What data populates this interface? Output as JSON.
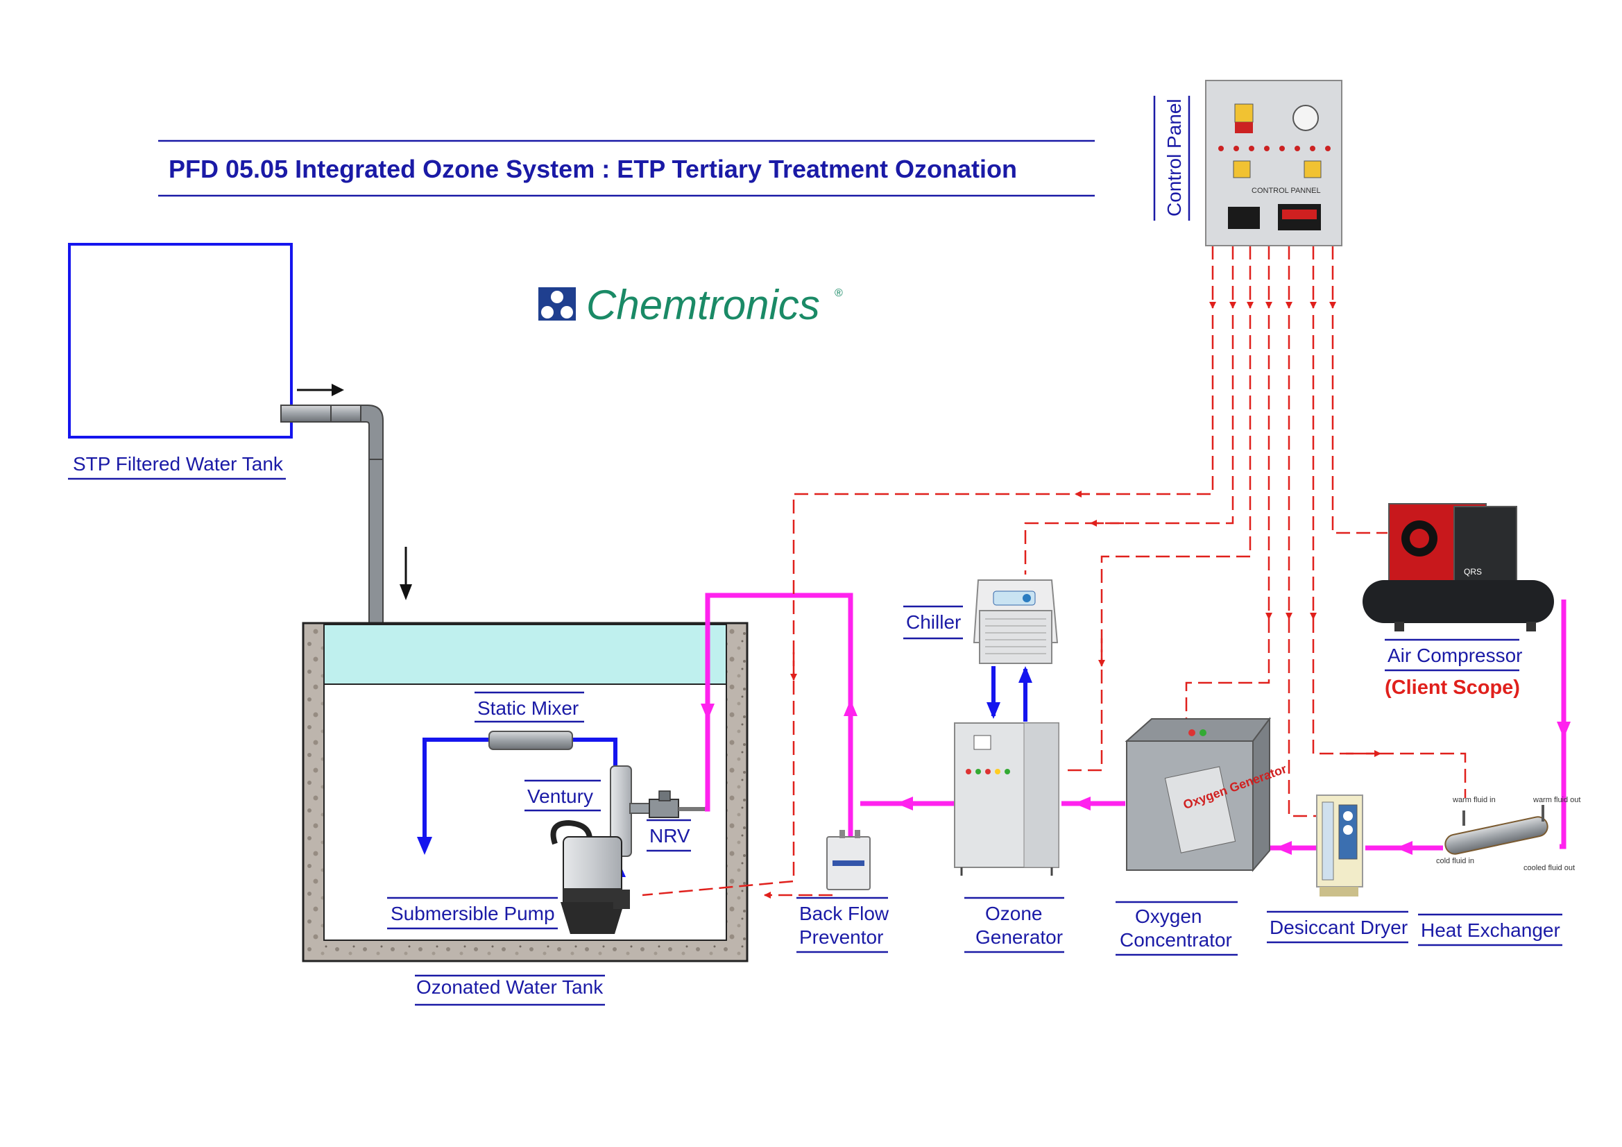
{
  "title": "PFD 05.05 Integrated Ozone System : ETP Tertiary Treatment Ozonation",
  "brand": "Chemtronics",
  "brand_mark": "®",
  "colors": {
    "label": "#1a1aa6",
    "control_line": "#e0201c",
    "gas_line": "#ff22ee",
    "water_line": "#1515ee",
    "client_scope": "#e0201c"
  },
  "labels": {
    "control_panel": "Control Panel",
    "stp_tank": "STP Filtered Water Tank",
    "ozonated_tank": "Ozonated Water Tank",
    "static_mixer": "Static Mixer",
    "venturi": "Ventury",
    "nrv": "NRV",
    "submersible_pump": "Submersible Pump",
    "back_flow_1": "Back Flow",
    "back_flow_2": "Preventor",
    "chiller": "Chiller",
    "ozone_gen_1": "Ozone",
    "ozone_gen_2": "Generator",
    "oxygen_conc_1": "Oxygen",
    "oxygen_conc_2": "Concentrator",
    "desiccant_dryer": "Desiccant Dryer",
    "heat_exchanger": "Heat Exchanger",
    "air_compressor": "Air Compressor",
    "client_scope": "(Client Scope)"
  },
  "equipment_text": {
    "control_panel_plate": "CONTROL PANNEL",
    "oxygen_generator": "Oxygen Generator",
    "hx_warm_in": "warm fluid in",
    "hx_warm_out": "warm fluid out",
    "hx_cold_in": "cold fluid in",
    "hx_cooled_out": "cooled fluid out",
    "compressor_badge": "QRS"
  },
  "icons": [
    "chemtronics-logo-icon",
    "flow-arrow-icon"
  ]
}
